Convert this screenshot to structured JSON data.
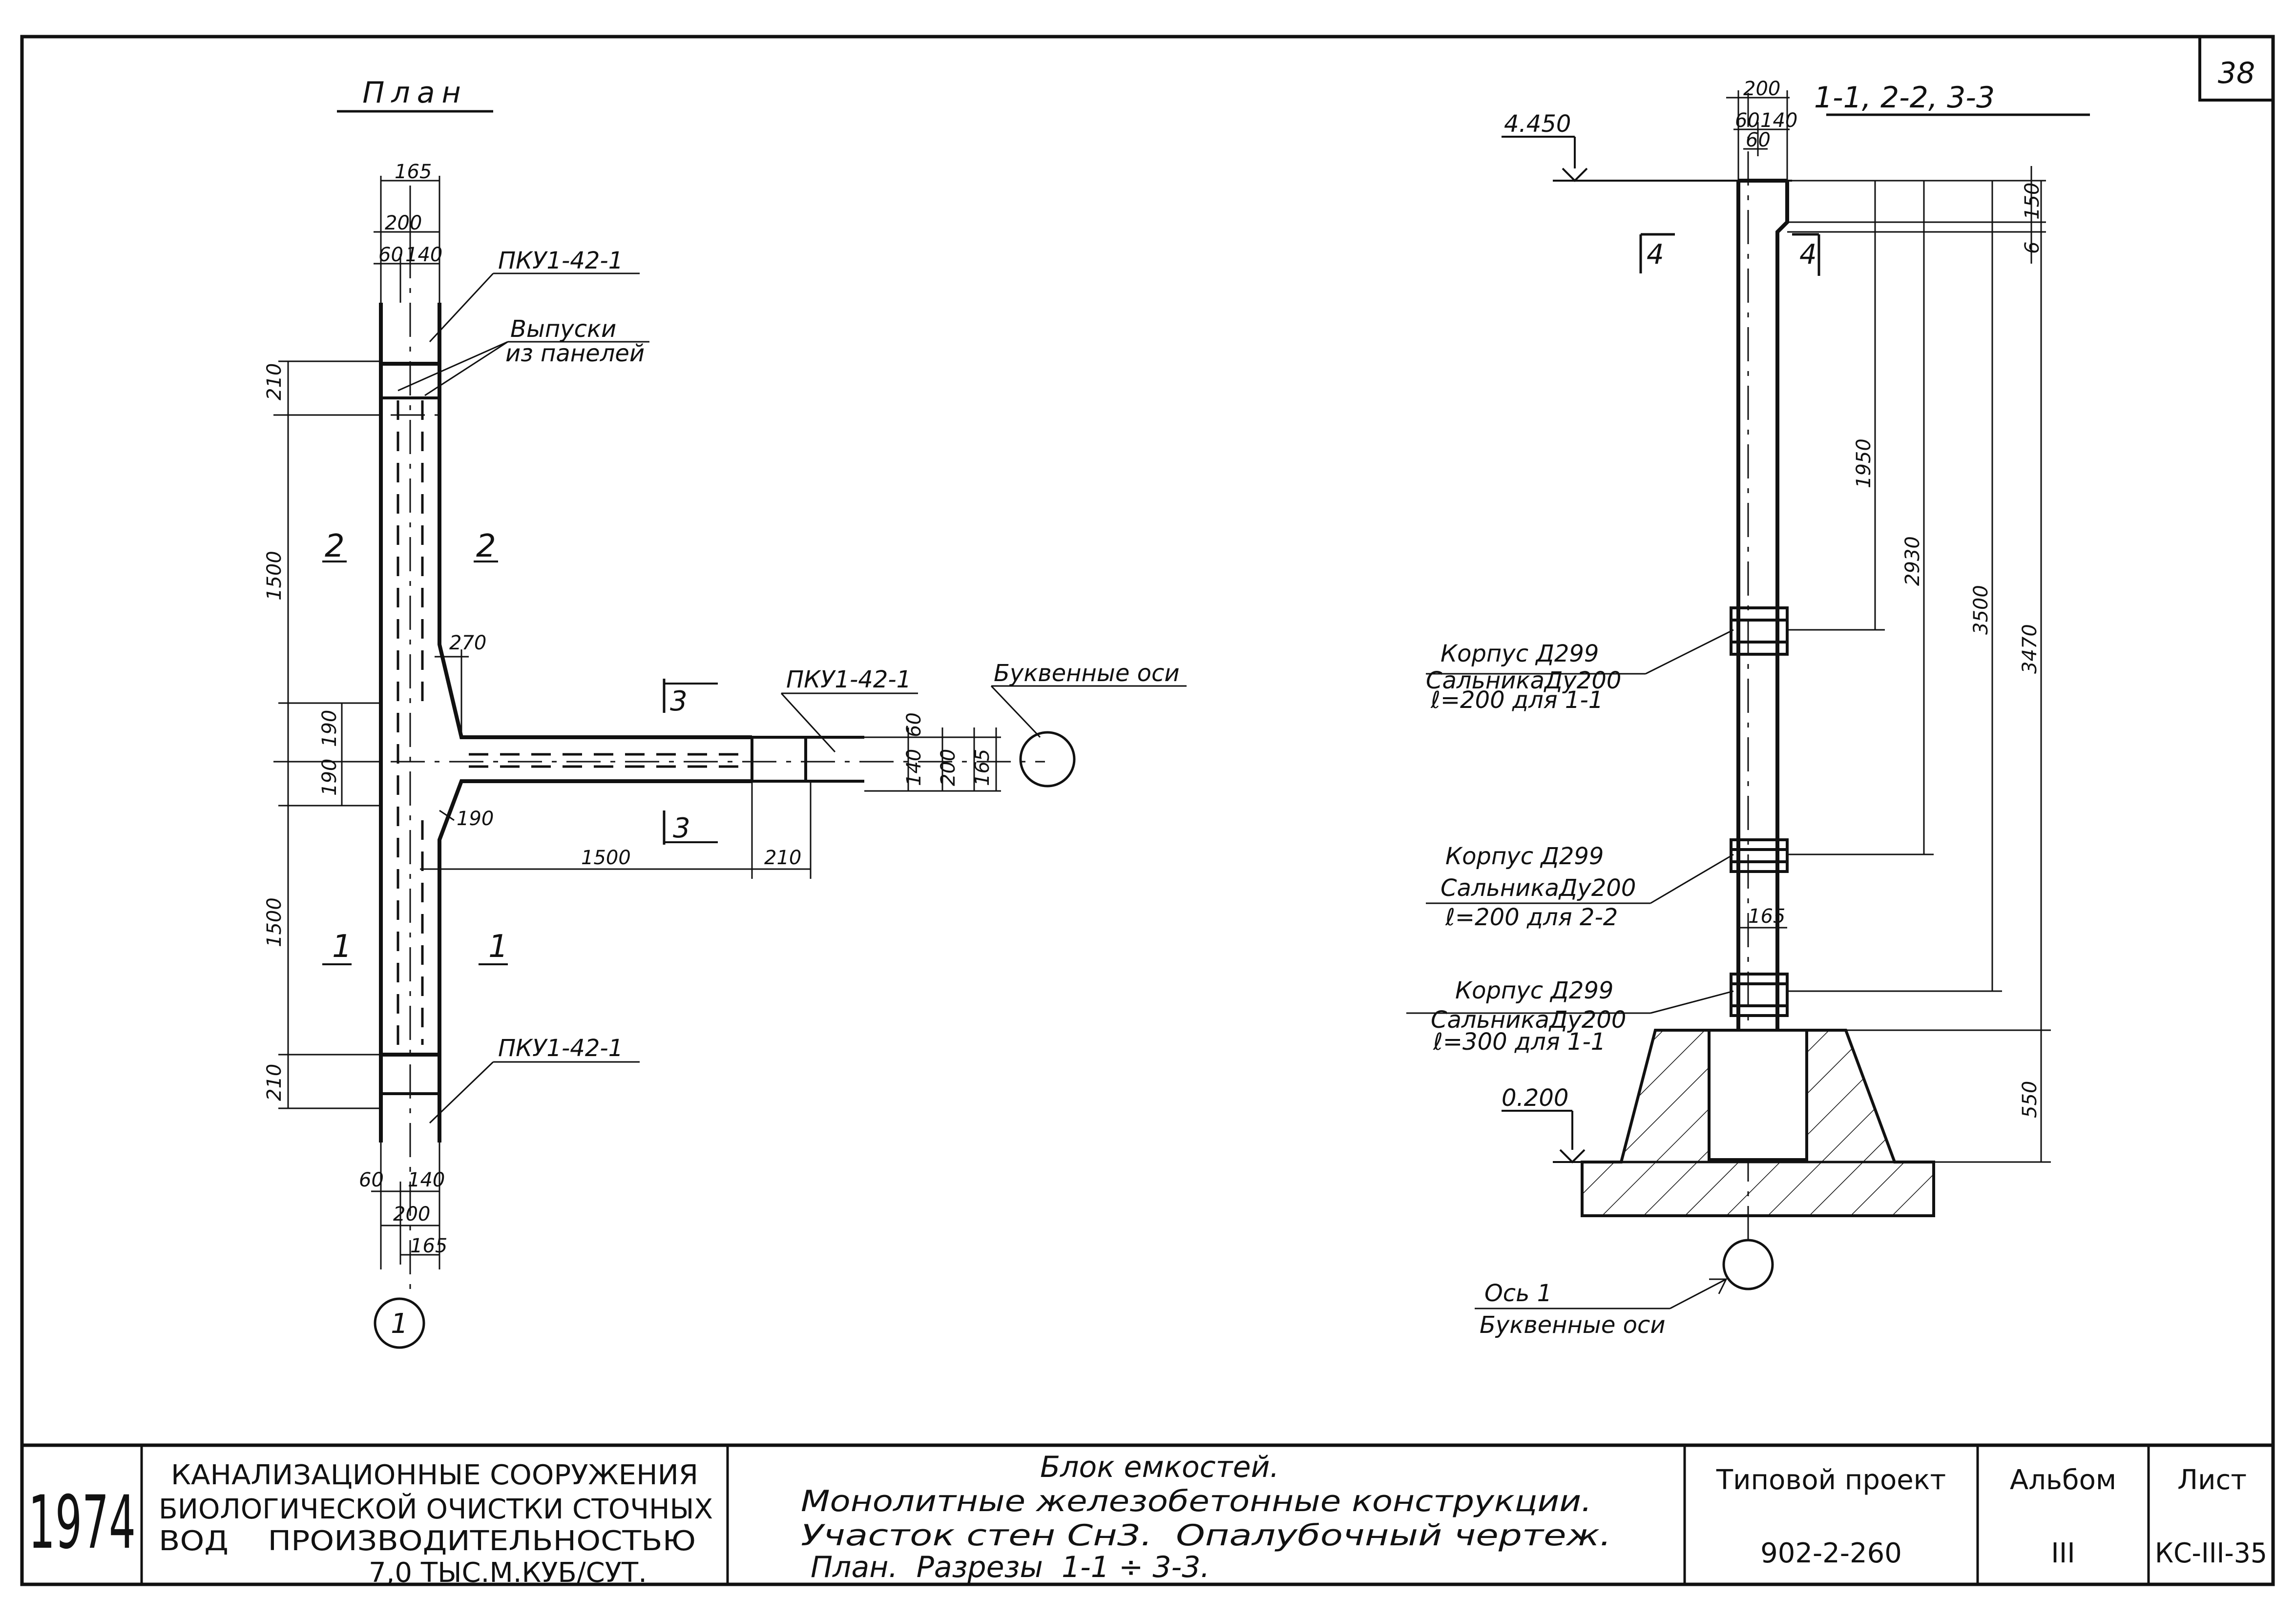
{
  "sheet_number": "38",
  "plan": {
    "title": "План",
    "panel_label_top": "ПКУ1-42-1",
    "panel_label_right": "ПКУ1-42-1",
    "panel_label_bottom": "ПКУ1-42-1",
    "outlets_line1": "Выпуски",
    "outlets_line2": "из панелей",
    "letter_axes": "Буквенные оси",
    "axis_number": "1",
    "cut_marks": {
      "s1": "1",
      "s2": "2",
      "s3": "3"
    },
    "dims": {
      "d165_top": "165",
      "d200_top": "200",
      "d60_top": "60",
      "d140_top": "140",
      "d210_top": "210",
      "d1500_upper": "1500",
      "d270": "270",
      "d190_a": "190",
      "d190_b": "190",
      "d190_c": "190",
      "d1500_lower": "1500",
      "d210_bottom": "210",
      "d60_bot": "60",
      "d140_bot": "140",
      "d200_bot": "200",
      "d165_bot": "165",
      "d1500_horiz": "1500",
      "d210_horiz": "210",
      "d60_r": "60",
      "d140_r": "140",
      "d200_r": "200",
      "d165_r": "165"
    }
  },
  "section": {
    "title": "1-1, 2-2, 3-3",
    "elev_top": "4.450",
    "elev_bottom": "0.200",
    "cut_mark": "4",
    "dims": {
      "d200": "200",
      "d60": "60",
      "d140": "140",
      "d60b": "60",
      "d150": "150",
      "d6": "6",
      "d1950": "1950",
      "d2930": "2930",
      "d3500": "3500",
      "d3470": "3470",
      "d550": "550",
      "d165": "165"
    },
    "callout1": {
      "line1": "Корпус Д299",
      "line2": "СальникаДу200",
      "line3": "ℓ=200 для 1-1"
    },
    "callout2": {
      "line1": "Корпус Д299",
      "line2": "СальникаДу200",
      "line3": "ℓ=200 для 2-2"
    },
    "callout3": {
      "line1": "Корпус Д299",
      "line2": "СальникаДу200",
      "line3": "ℓ=300 для 1-1"
    },
    "axis_label_line1": "Ось 1",
    "axis_label_line2": "Буквенные оси"
  },
  "title_block": {
    "year": "1974",
    "org_line1": "КАНАЛИЗАЦИОННЫЕ СООРУЖЕНИЯ",
    "org_line2": "БИОЛОГИЧЕСКОЙ ОЧИСТКИ СТОЧНЫХ",
    "org_line3": "ВОД    ПРОИЗВОДИТЕЛЬНОСТЬЮ",
    "org_line4": "7,0 ТЫС.М.КУБ/СУТ.",
    "desc_line1": "Блок емкостей.",
    "desc_line2": "Монолитные железобетонные конструкции.",
    "desc_line3": "Участок стен Сн3.  Опалубочный чертеж.",
    "desc_line4": "План.  Разрезы  1-1 ÷ 3-3.",
    "project_label": "Типовой проект",
    "project_value": "902-2-260",
    "album_label": "Альбом",
    "album_value": "III",
    "sheet_label": "Лист",
    "sheet_value": "КС-III-35"
  }
}
